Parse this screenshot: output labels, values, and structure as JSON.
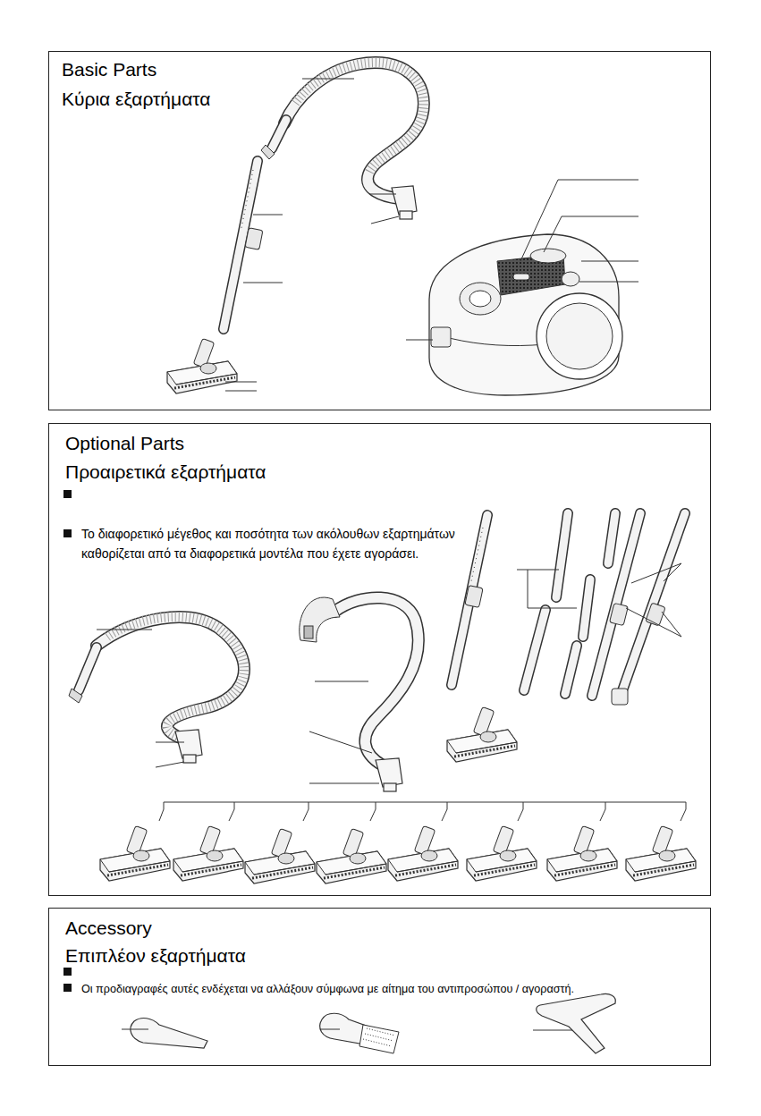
{
  "diagram": {
    "nodes": [
      {
        "text": [
          "Basic Parts",
          "Κύρια εξαρτήματα"
        ]
      },
      {
        "text": [
          "Optional Parts",
          "Προαιρετικά εξαρτήματα",
          "Το διαφορετικό μέγεθος και ποσότητα των ακόλουθων εξαρτημάτων καθορίζεται από τα διαφορετικά μοντέλα που έχετε αγοράσει."
        ]
      },
      {
        "text": [
          "Accessory",
          "Επιπλέον εξαρτήματα",
          "Οι προδιαγραφές αυτές ενδέχεται να αλλάξουν σύμφωνα με αίτημα του αντιπροσώπου / αγοραστή."
        ]
      }
    ]
  }
}
